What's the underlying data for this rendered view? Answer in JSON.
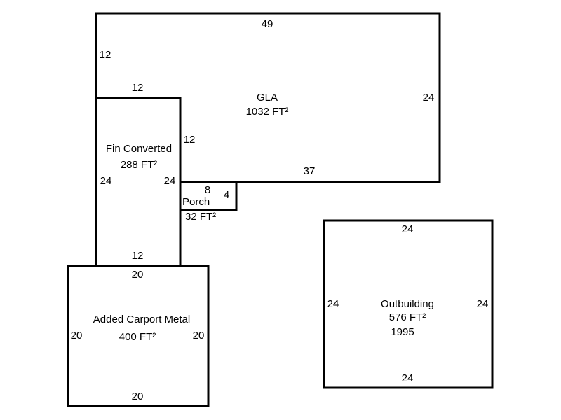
{
  "sketch": {
    "gla": {
      "name": "GLA",
      "area": "1032 FT²",
      "dim_top": "49",
      "dim_left": "12",
      "dim_right": "24",
      "dim_bottom": "37",
      "dim_inner_top": "12",
      "dim_inner_side": "12"
    },
    "fin_converted": {
      "name": "Fin Converted",
      "area": "288 FT²",
      "dim_left": "24",
      "dim_right": "24",
      "dim_bottom": "12"
    },
    "porch": {
      "name": "Porch",
      "area": "32 FT²",
      "dim_top": "8",
      "dim_right": "4"
    },
    "carport": {
      "name": "Added Carport Metal",
      "area": "400 FT²",
      "dim_top": "20",
      "dim_left": "20",
      "dim_right": "20",
      "dim_bottom": "20"
    },
    "outbuilding": {
      "name": "Outbuilding",
      "area": "576 FT²",
      "year": "1995",
      "dim_top": "24",
      "dim_left": "24",
      "dim_right": "24",
      "dim_bottom": "24"
    }
  }
}
